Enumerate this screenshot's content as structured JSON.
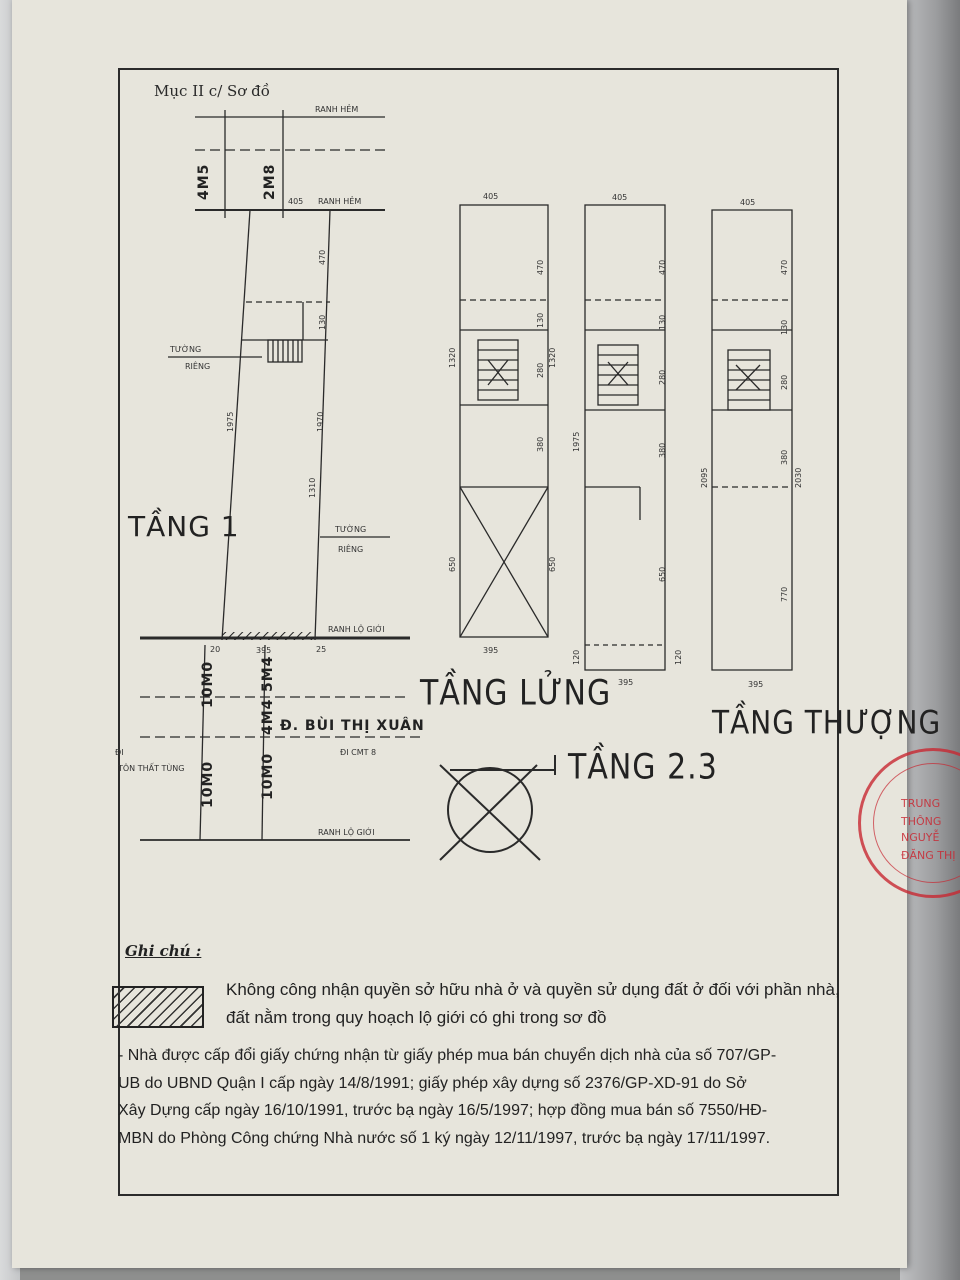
{
  "section_title": "Mục II c/ Sơ đồ",
  "site_plan": {
    "alley_top": "RANH HẺM",
    "alley_line": "RANH HẺM",
    "width_top": "405",
    "alley_widths": [
      "4M5",
      "2M8"
    ],
    "dim_470": "470",
    "dim_130": "130",
    "wall_label_1": "TƯỜNG",
    "wall_label_1b": "RIÊNG",
    "wall_label_2": "TƯỜNG",
    "wall_label_2b": "RIÊNG",
    "dim_1975": "1975",
    "dim_1970": "1970",
    "dim_1310": "1310",
    "floor_label": "TẦNG 1",
    "boundary_top": "RANH LỘ GIỚI",
    "width_bottom": "395",
    "small_20a": "20",
    "small_20b": "25",
    "road_widths": [
      "10M0",
      "5M4",
      "4M4",
      "10M0",
      "10M0"
    ],
    "street_name": "Đ. BÙI THỊ XUÂN",
    "to_cmt8": "ĐI CMT 8",
    "to_left_1": "ĐI",
    "to_left_2": "TÔN THẤT TÙNG",
    "boundary_bottom": "RANH LỘ GIỚI"
  },
  "floors": [
    {
      "name": "TẦNG LỬNG",
      "width_top": "405",
      "width_bottom": "395",
      "dims": [
        "470",
        "130",
        "1320",
        "1320",
        "280",
        "380",
        "650",
        "650"
      ]
    },
    {
      "name": "TẦNG 2.3",
      "width_top": "405",
      "width_bottom": "395",
      "dims": [
        "470",
        "130",
        "280",
        "380",
        "1975",
        "650",
        "120",
        "120"
      ]
    },
    {
      "name": "TẦNG THƯỢNG",
      "width_top": "405",
      "width_bottom": "395",
      "dims": [
        "470",
        "130",
        "280",
        "380",
        "2095",
        "2030",
        "770"
      ]
    }
  ],
  "notes": {
    "title": "Ghi chú :",
    "legend_text": "Không công nhận quyền sở hữu nhà ở và quyền sử dụng đất ở đối với phần nhà, đất nằm trong quy hoạch lộ giới có ghi trong sơ đồ",
    "body_lines": [
      "- Nhà được cấp đổi giấy chứng nhận từ giấy phép mua bán chuyển dịch nhà của số 707/GP-",
      "UB do UBND Quận I cấp ngày 14/8/1991; giấy phép xây dựng số 2376/GP-XD-91 do Sở",
      "Xây Dựng cấp ngày 16/10/1991, trước bạ  ngày 16/5/1997; hợp đồng mua bán số 7550/HĐ-",
      "MBN do Phòng Công chứng Nhà nước số 1 ký ngày 12/11/1997, trước bạ  ngày 17/11/1997."
    ]
  },
  "stamp": {
    "lines": [
      "TRUNG",
      "THÔNG",
      "NGUYỄ",
      "ĐĂNG THỊ"
    ]
  },
  "colors": {
    "paper": "#e7e5dc",
    "ink": "#222222",
    "stamp": "#c82832"
  }
}
